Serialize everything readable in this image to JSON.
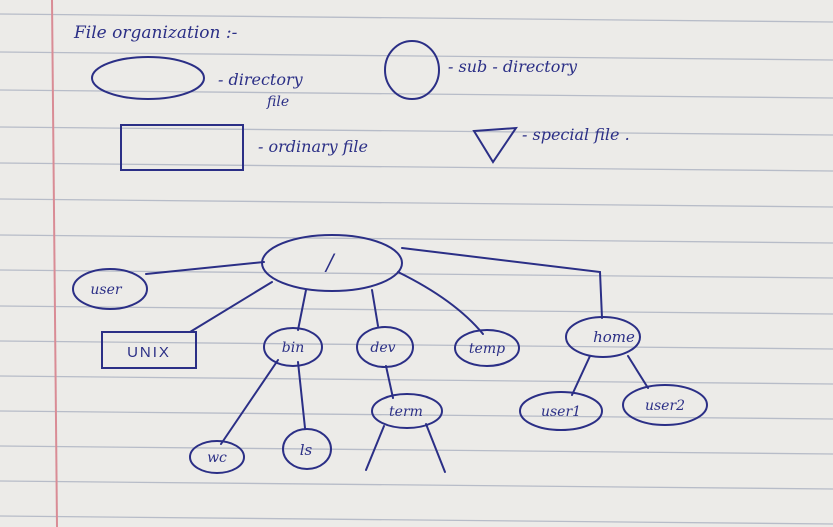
{
  "heading": "File organization :-",
  "legend": {
    "directory_line1": "- directory",
    "directory_line2": "file",
    "subdirectory": "- sub - directory",
    "ordinary": "- ordinary file",
    "special": "- special file ."
  },
  "tree": {
    "root": "/",
    "user": "user",
    "unix": "UNIX",
    "bin": "bin",
    "dev": "dev",
    "temp": "temp",
    "home": "home",
    "term": "term",
    "wc": "wc",
    "ls": "ls",
    "user1": "user1",
    "user2": "user2"
  },
  "colors": {
    "ink": "#2b2f86",
    "paper": "#ecebe8",
    "rule": "#b7bcc8",
    "margin": "#d98c95"
  }
}
